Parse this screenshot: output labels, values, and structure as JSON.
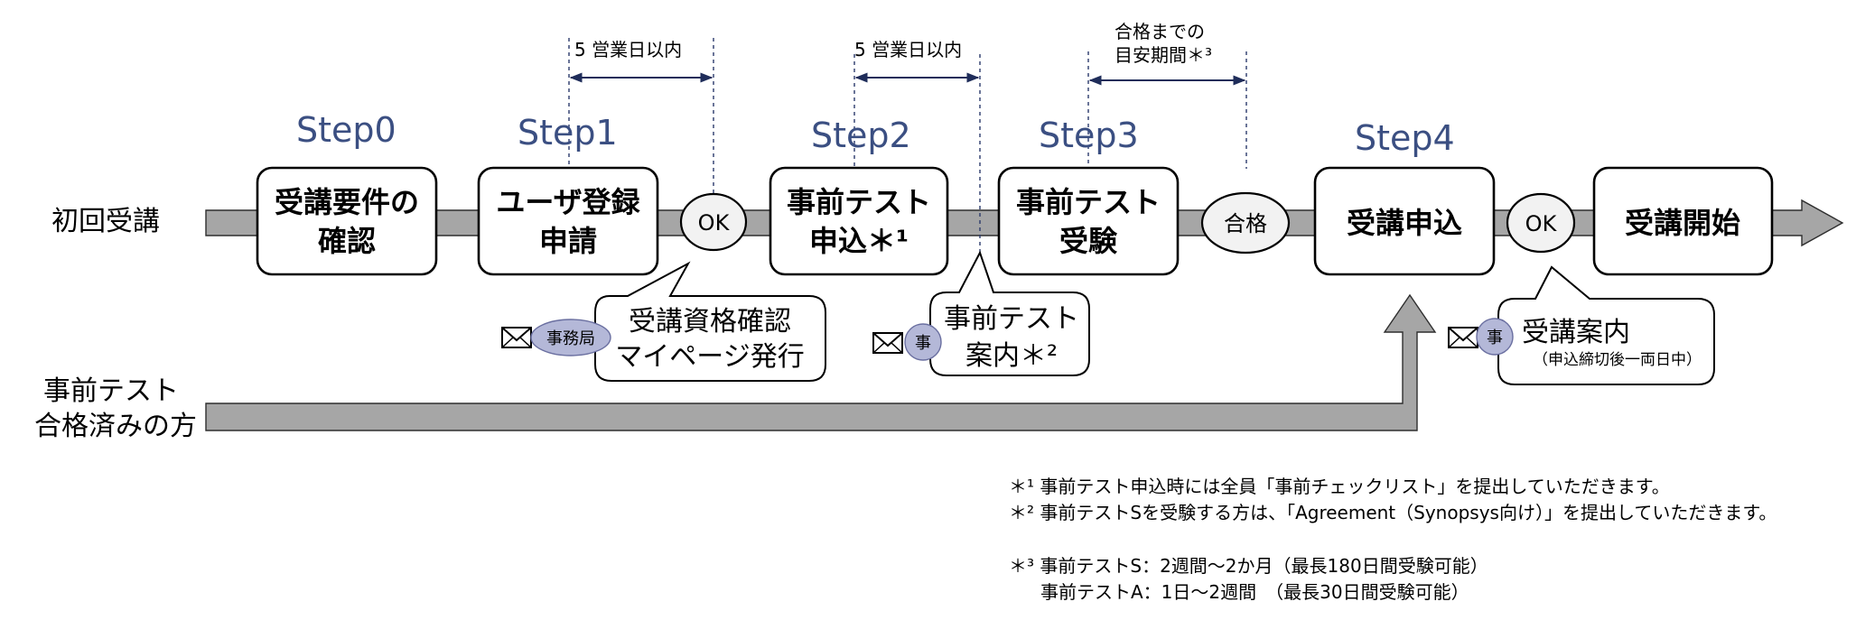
{
  "rows": {
    "first_time": "初回受講",
    "passed_line1": "事前テスト",
    "passed_line2": "合格済みの方"
  },
  "steps": [
    "Step0",
    "Step1",
    "Step2",
    "Step3",
    "Step4"
  ],
  "boxes": {
    "requirements": [
      "受講要件の",
      "確認"
    ],
    "registration": [
      "ユーザ登録",
      "申請"
    ],
    "pretest_apply": [
      "事前テスト",
      "申込＊¹"
    ],
    "pretest_exam": [
      "事前テスト",
      "受験"
    ],
    "course_apply": [
      "受講申込"
    ],
    "course_start": [
      "受講開始"
    ]
  },
  "ovals": {
    "ok1": "OK",
    "pass": "合格",
    "ok2": "OK"
  },
  "durations": {
    "d1": "5 営業日以内",
    "d2": "5 営業日以内",
    "d3_line1": "合格までの",
    "d3_line2": "目安期間＊³"
  },
  "notices": {
    "n1": {
      "sender": "事務局",
      "line1": "受講資格確認",
      "line2": "マイページ発行"
    },
    "n2": {
      "sender": "事",
      "line1": "事前テスト",
      "line2": "案内＊²"
    },
    "n3": {
      "sender": "事",
      "line1": "受講案内",
      "line2": "（申込締切後一両日中）"
    }
  },
  "footnotes": {
    "f1": "＊¹ 事前テスト申込時には全員「事前チェックリスト」を提出していただきます。",
    "f2": "＊² 事前テストSを受験する方は、「Agreement（Synopsys向け）」を提出していただきます。",
    "f3": "＊³ 事前テストS：2週間～2か月（最長180日間受験可能）",
    "f4": "事前テストA：1日～2週間　（最長30日間受験可能）"
  },
  "colors": {
    "step_label": "#3b4f82",
    "flow_bar": "#a6a6a6",
    "sender_chip": "#b4b8d8"
  }
}
